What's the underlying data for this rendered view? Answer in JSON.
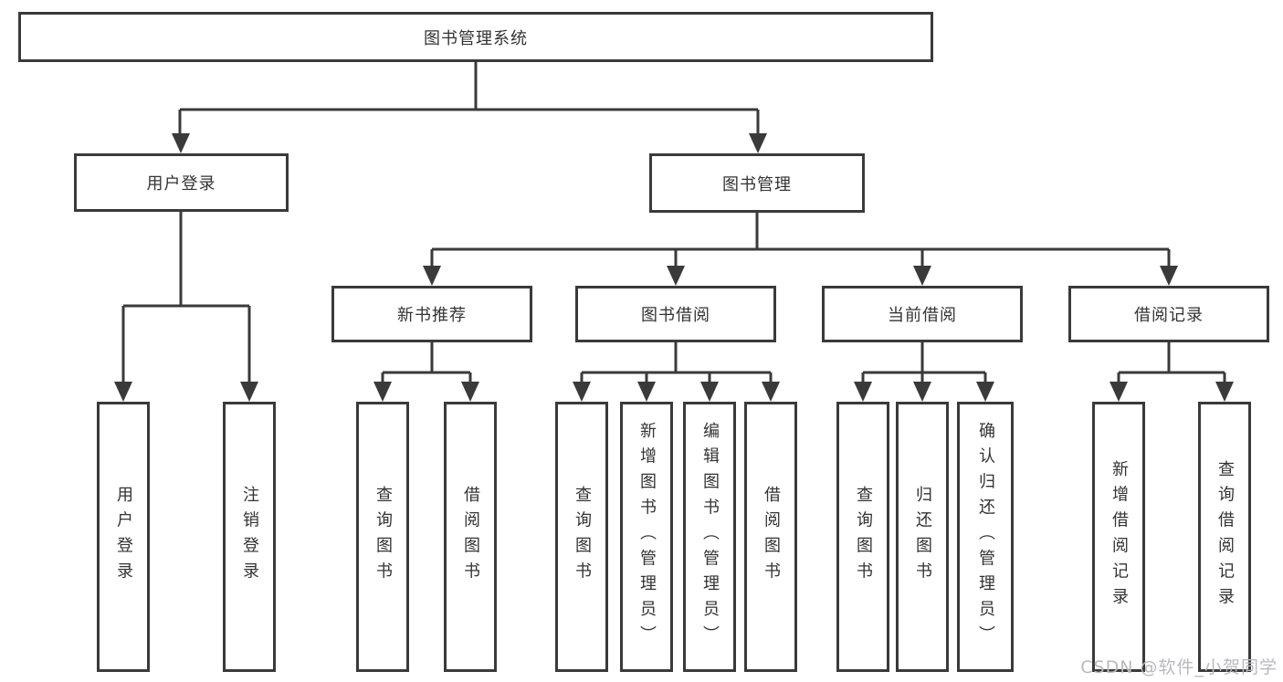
{
  "tree": {
    "root": {
      "label": "图书管理系统"
    },
    "children": [
      {
        "label": "用户登录",
        "children": [
          {
            "label": "用户登录"
          },
          {
            "label": "注销登录"
          }
        ]
      },
      {
        "label": "图书管理",
        "children": [
          {
            "label": "新书推荐",
            "children": [
              {
                "label": "查询图书"
              },
              {
                "label": "借阅图书"
              }
            ]
          },
          {
            "label": "图书借阅",
            "children": [
              {
                "label": "查询图书"
              },
              {
                "label": "新增图书（管理员）"
              },
              {
                "label": "编辑图书（管理员）"
              },
              {
                "label": "借阅图书"
              }
            ]
          },
          {
            "label": "当前借阅",
            "children": [
              {
                "label": "查询图书"
              },
              {
                "label": "归还图书"
              },
              {
                "label": "确认归还（管理员）"
              }
            ]
          },
          {
            "label": "借阅记录",
            "children": [
              {
                "label": "新增借阅记录"
              },
              {
                "label": "查询借阅记录"
              }
            ]
          }
        ]
      }
    ]
  },
  "watermark": {
    "text": "CSDN @软件_小贺同学"
  },
  "colors": {
    "line": "#3a3a3a",
    "node_border": "#3a3a3a",
    "node_text": "#333333",
    "watermark_text": "#b9b9bd",
    "background": "#ffffff"
  }
}
